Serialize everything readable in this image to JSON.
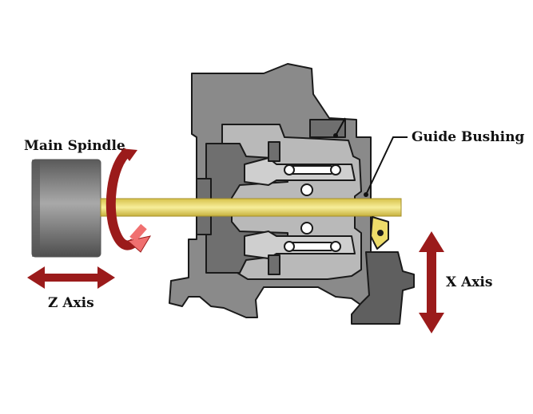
{
  "labels": {
    "main_spindle": "Main Spindle",
    "guide_bushing": "Guide Bushing",
    "z_axis": "Z Axis",
    "x_axis": "X Axis"
  },
  "colors": {
    "arrow_red": "#9b1b1b",
    "rotation_pink": "#f07070",
    "bar_yellow": "#eddc6a",
    "housing_dark": "#6f6f6f",
    "housing_mid": "#8a8a8a",
    "housing_light": "#b9b9b9",
    "outline": "#1a1a1a"
  },
  "icons": {
    "spindle": "spindle-cylinder-icon",
    "rotation": "rotation-arrow-icon",
    "z_arrow": "double-arrow-horizontal-icon",
    "x_arrow": "double-arrow-vertical-icon"
  }
}
